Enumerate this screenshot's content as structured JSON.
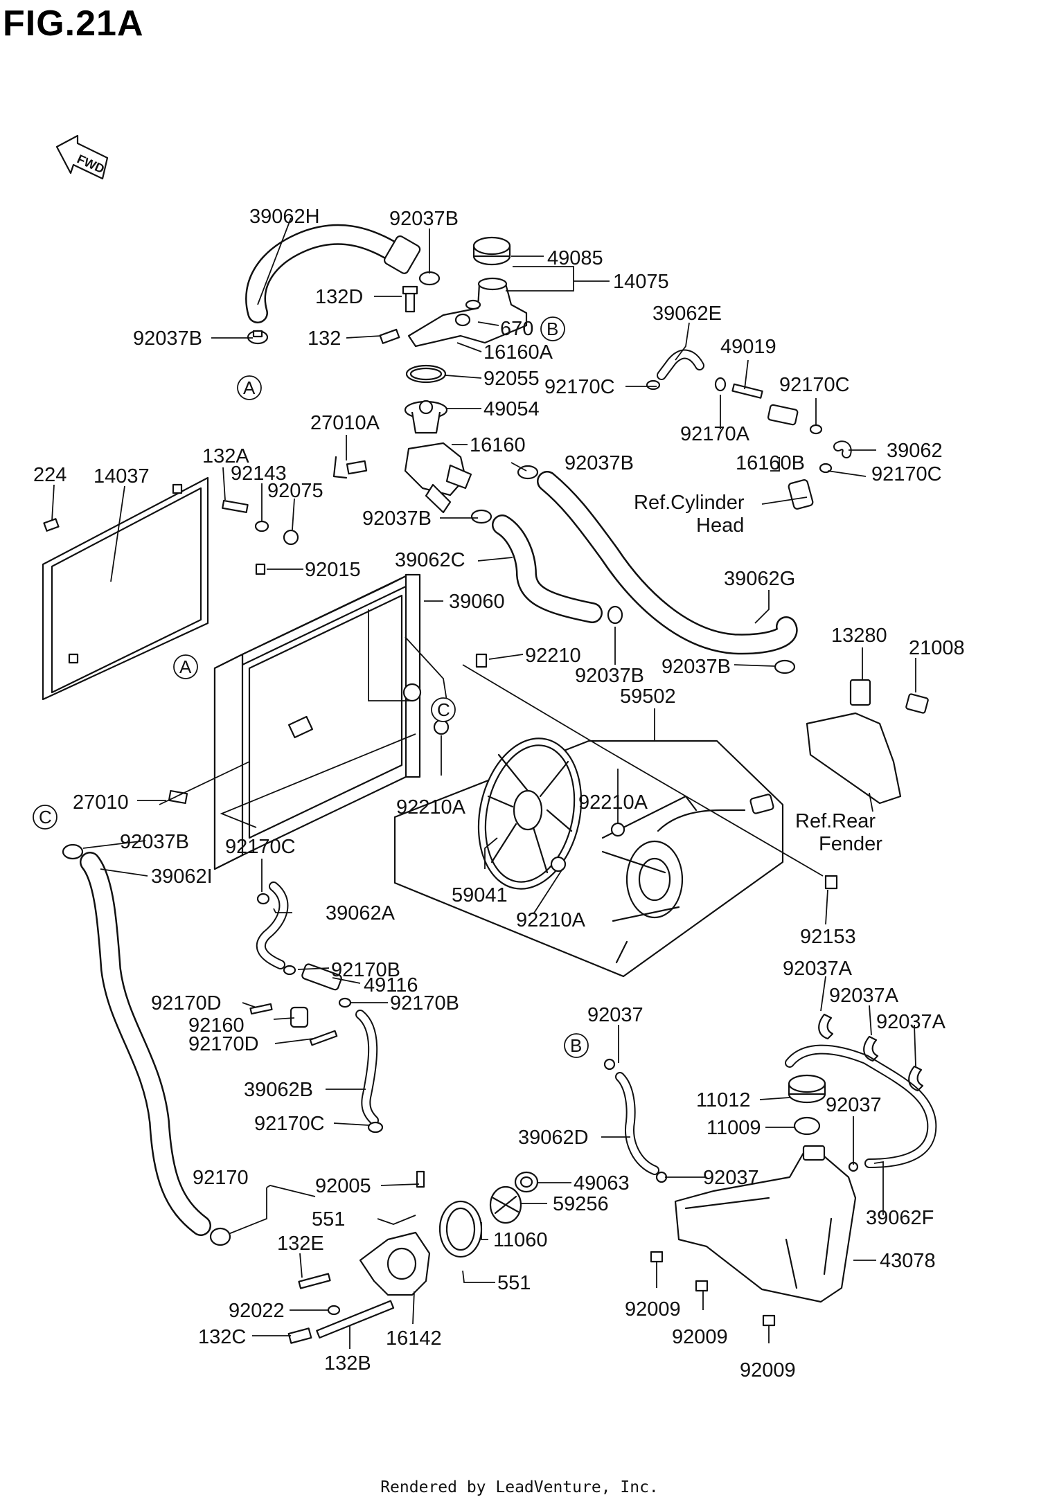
{
  "title": "FIG.21A",
  "footer": "Rendered by LeadVenture, Inc.",
  "fwd_label": "FWD",
  "ref_markers": [
    "A",
    "B",
    "C"
  ],
  "labels": {
    "p39062H": "39062H",
    "p92037B_1": "92037B",
    "p49085": "49085",
    "p14075": "14075",
    "p132D": "132D",
    "p670": "670",
    "p92037B_2": "92037B",
    "p132": "132",
    "p16160A": "16160A",
    "p39062E": "39062E",
    "p49019": "49019",
    "p92055": "92055",
    "p92170C_1": "92170C",
    "p92170C_2": "92170C",
    "p49054": "49054",
    "p27010A": "27010A",
    "p92170A": "92170A",
    "p16160": "16160",
    "p39062": "39062",
    "p132A": "132A",
    "p224": "224",
    "p14037": "14037",
    "p92143": "92143",
    "p92037B_3": "92037B",
    "p16160B": "16160B",
    "p92075": "92075",
    "p92170C_3": "92170C",
    "ref_cyl_1": "Ref.Cylinder",
    "ref_cyl_2": "Head",
    "p92037B_4": "92037B",
    "p39062C": "39062C",
    "p92015": "92015",
    "p39062G": "39062G",
    "p39060": "39060",
    "p13280": "13280",
    "p21008": "21008",
    "p92210": "92210",
    "p92037B_5": "92037B",
    "p92037B_6": "92037B",
    "p59502": "59502",
    "p92210A_1": "92210A",
    "p92210A_2": "92210A",
    "p27010": "27010",
    "ref_rear_1": "Ref.Rear",
    "ref_rear_2": "Fender",
    "p92037B_7": "92037B",
    "p92170C_4": "92170C",
    "p39062I": "39062I",
    "p59041": "59041",
    "p92210A_3": "92210A",
    "p39062A": "39062A",
    "p92153": "92153",
    "p92170B_1": "92170B",
    "p92037A_1": "92037A",
    "p49116": "49116",
    "p92037A_2": "92037A",
    "p92170D_1": "92170D",
    "p92170B_2": "92170B",
    "p92037_1": "92037",
    "p92037A_3": "92037A",
    "p92160": "92160",
    "p92170D_2": "92170D",
    "p39062B": "39062B",
    "p11012": "11012",
    "p92170C_5": "92170C",
    "p11009": "11009",
    "p92037_2": "92037",
    "p39062D": "39062D",
    "p92170": "92170",
    "p92005": "92005",
    "p49063": "49063",
    "p92037_3": "92037",
    "p551_1": "551",
    "p59256": "59256",
    "p39062F": "39062F",
    "p132E": "132E",
    "p11060": "11060",
    "p43078": "43078",
    "p551_2": "551",
    "p92022": "92022",
    "p16142": "16142",
    "p92009_1": "92009",
    "p132C": "132C",
    "p92009_2": "92009",
    "p132B": "132B",
    "p92009_3": "92009"
  }
}
